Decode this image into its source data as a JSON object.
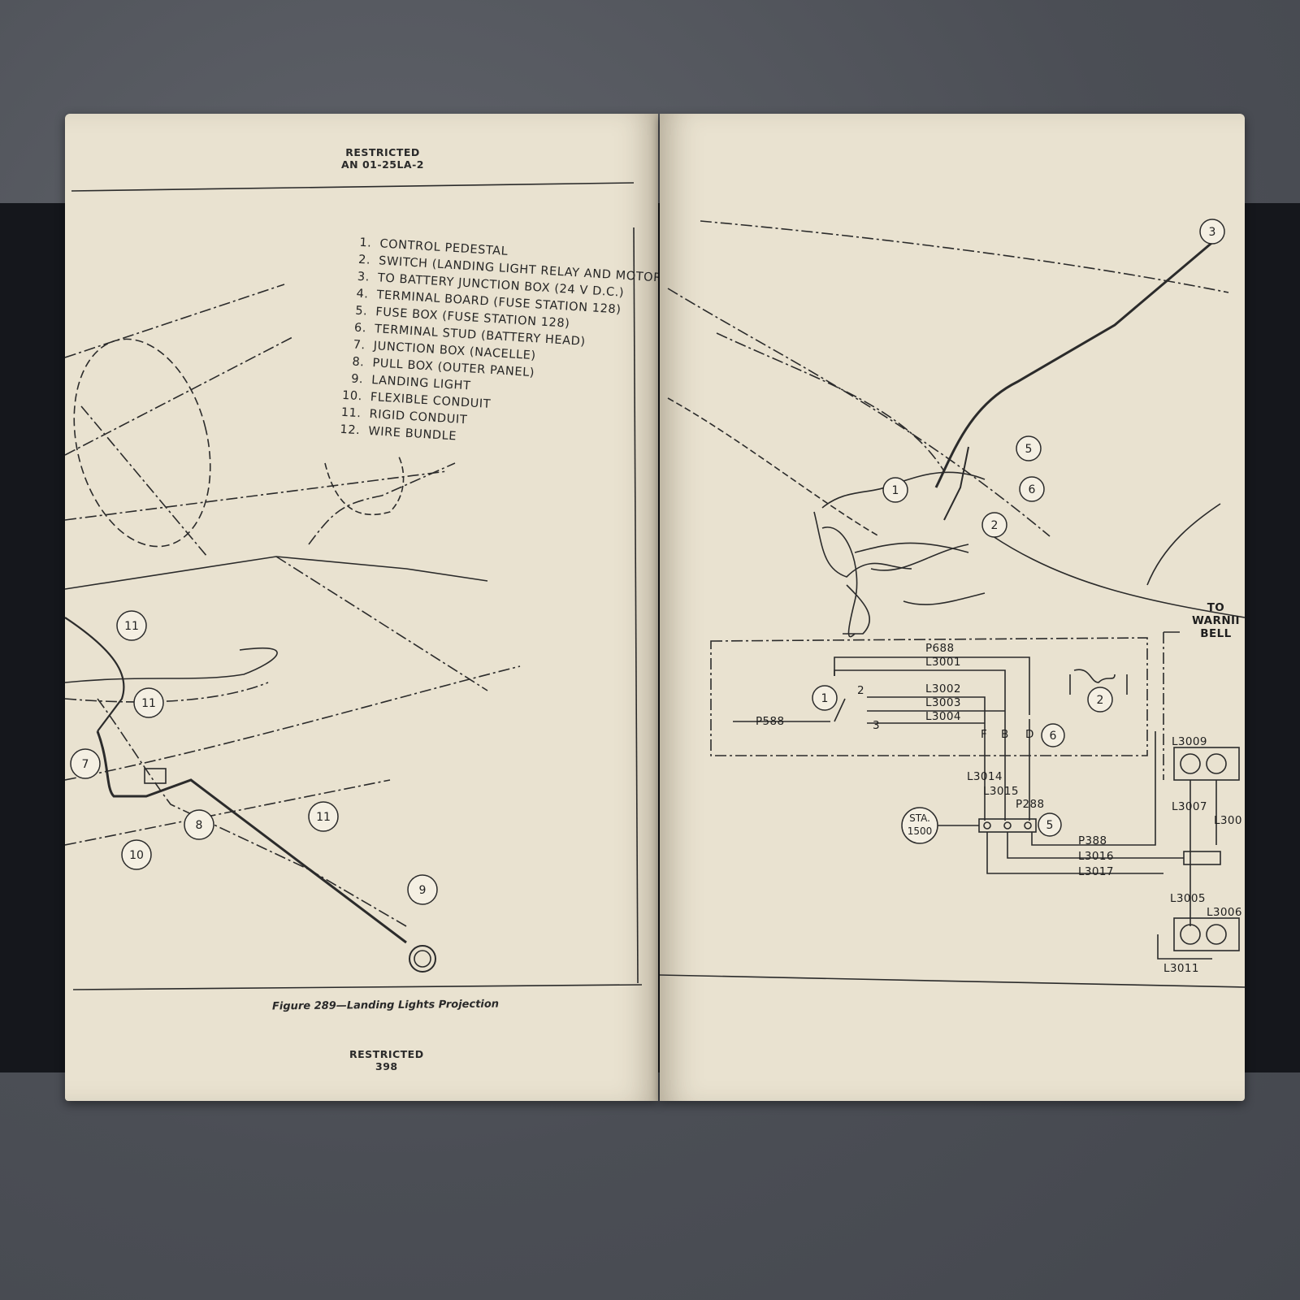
{
  "left_page": {
    "header_line1": "RESTRICTED",
    "header_line2": "AN 01-25LA-2",
    "legend": [
      {
        "num": "1.",
        "text": "CONTROL PEDESTAL"
      },
      {
        "num": "2.",
        "text": "SWITCH (LANDING LIGHT RELAY AND MOTOR)"
      },
      {
        "num": "3.",
        "text": "TO BATTERY JUNCTION BOX (24 V D.C.)"
      },
      {
        "num": "4.",
        "text": "TERMINAL BOARD (FUSE STATION 128)"
      },
      {
        "num": "5.",
        "text": "FUSE BOX (FUSE STATION 128)"
      },
      {
        "num": "6.",
        "text": "TERMINAL STUD (BATTERY HEAD)"
      },
      {
        "num": "7.",
        "text": "JUNCTION BOX (NACELLE)"
      },
      {
        "num": "8.",
        "text": "PULL BOX (OUTER PANEL)"
      },
      {
        "num": "9.",
        "text": "LANDING LIGHT"
      },
      {
        "num": "10.",
        "text": "FLEXIBLE CONDUIT"
      },
      {
        "num": "11.",
        "text": "RIGID CONDUIT"
      },
      {
        "num": "12.",
        "text": "WIRE BUNDLE"
      }
    ],
    "callouts": [
      "11",
      "11",
      "7",
      "8",
      "10",
      "11",
      "9"
    ],
    "caption": "Figure 289—Landing Lights Projection",
    "footer_line1": "RESTRICTED",
    "footer_line2": "398"
  },
  "right_page": {
    "callouts": [
      "3",
      "5",
      "6",
      "1",
      "2"
    ],
    "schematic": {
      "wires": [
        "P688",
        "L3001",
        "L3002",
        "L3003",
        "L3004",
        "P588",
        "L3014",
        "L3015",
        "P288",
        "P388",
        "L3016",
        "L3017",
        "L3009",
        "L3007",
        "L300",
        "L3005",
        "L3006",
        "L3011"
      ],
      "pins": [
        "F",
        "B",
        "D"
      ],
      "numbers": [
        "1",
        "2",
        "3",
        "2",
        "6",
        "5"
      ],
      "station_line1": "STA.",
      "station_line2": "1500",
      "note_line1": "TO",
      "note_line2": "WARNII",
      "note_line3": "BELL"
    }
  }
}
